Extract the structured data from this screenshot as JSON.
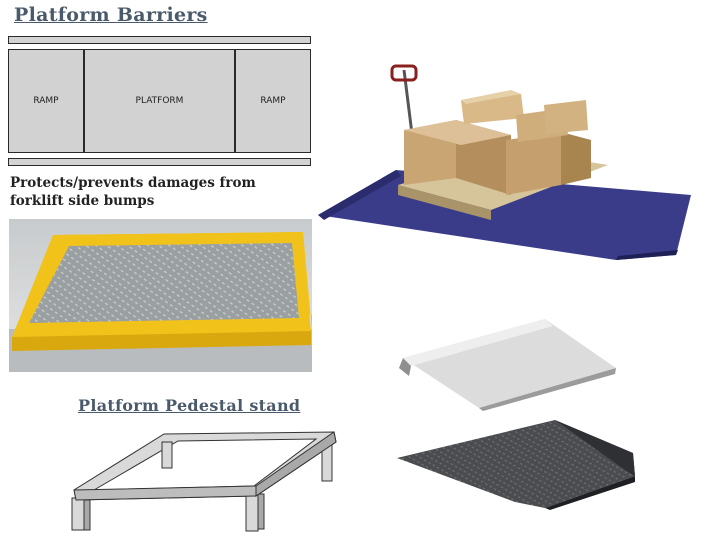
{
  "titles": {
    "platform_barriers": "Platform Barriers",
    "pedestal_stand": "Platform Pedestal stand"
  },
  "diagram": {
    "left_ramp": "RAMP",
    "platform": "PLATFORM",
    "right_ramp": "RAMP"
  },
  "caption": {
    "line1": "Protects/prevents damages from",
    "line2": "forklift side bumps"
  }
}
